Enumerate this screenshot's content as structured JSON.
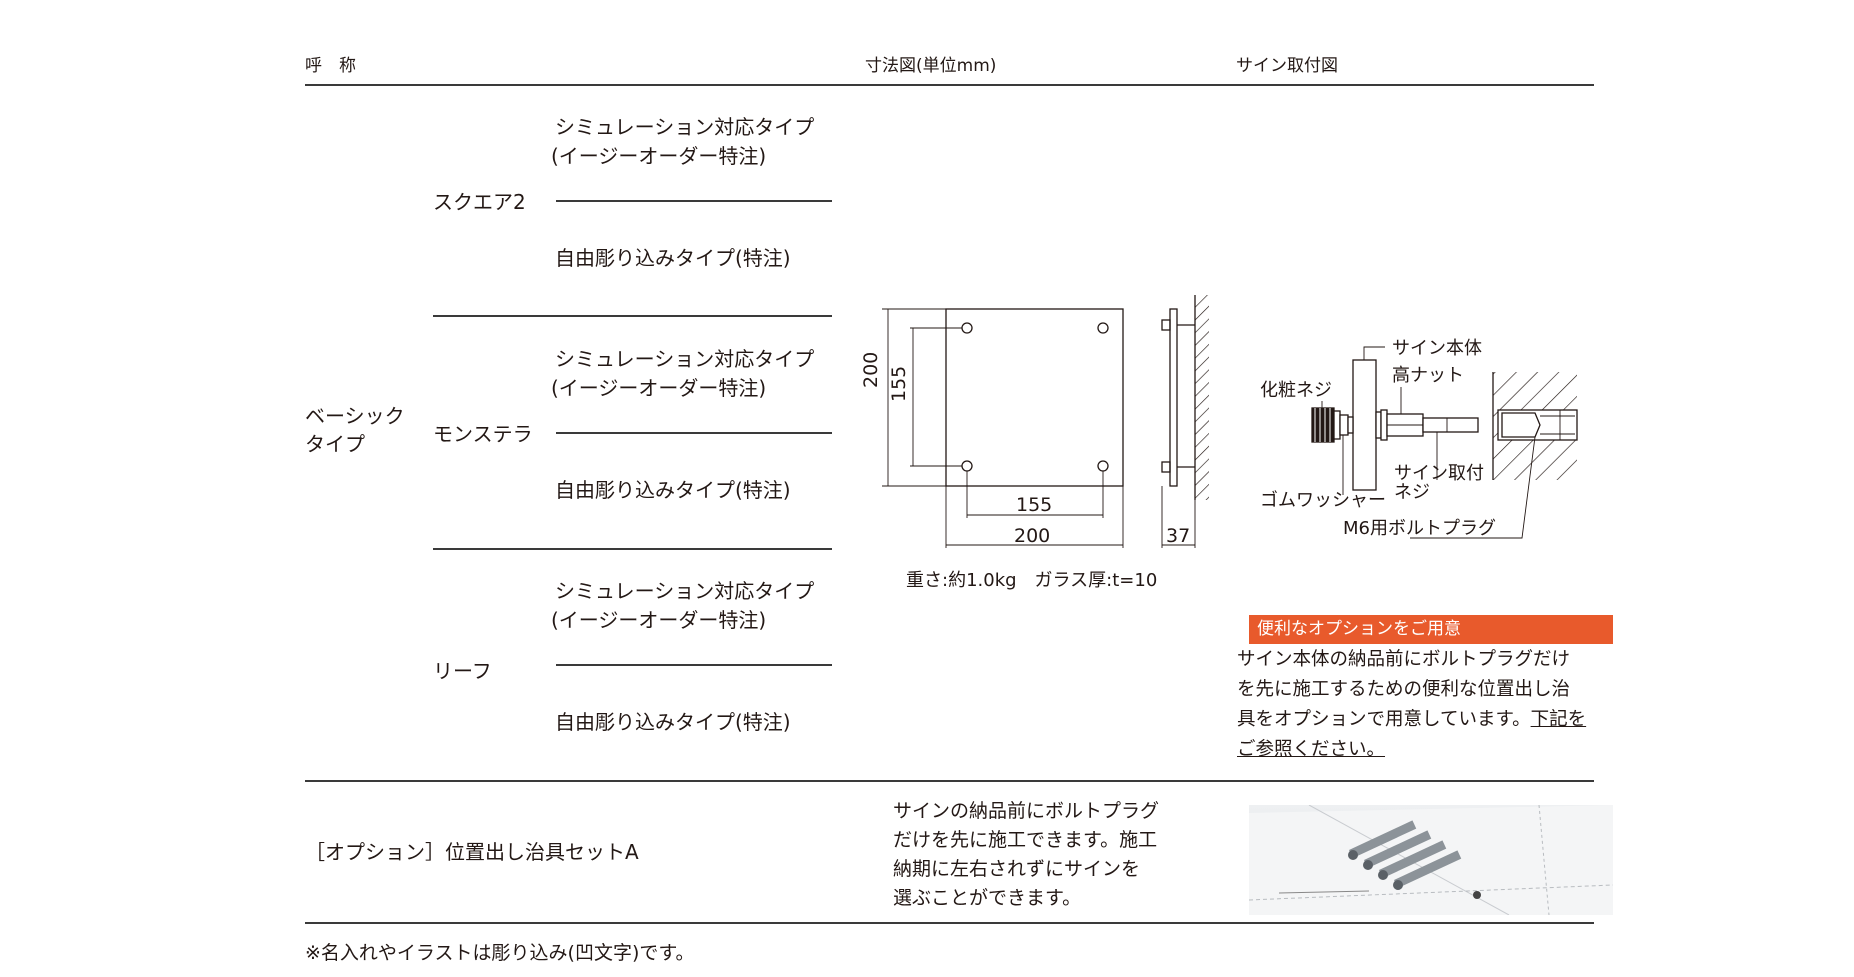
{
  "headers": {
    "name": "呼　称",
    "dimension": "寸法図(単位mm)",
    "mounting": "サイン取付図"
  },
  "category": {
    "line1": "ベーシック",
    "line2": "タイプ"
  },
  "groups": [
    {
      "name": "スクエア2",
      "types": [
        {
          "line1": "シミュレーション対応タイプ",
          "line2": "(イージーオーダー特注)"
        },
        {
          "line1": "自由彫り込みタイプ(特注)"
        }
      ]
    },
    {
      "name": "モンステラ",
      "types": [
        {
          "line1": "シミュレーション対応タイプ",
          "line2": "(イージーオーダー特注)"
        },
        {
          "line1": "自由彫り込みタイプ(特注)"
        }
      ]
    },
    {
      "name": "リーフ",
      "types": [
        {
          "line1": "シミュレーション対応タイプ",
          "line2": "(イージーオーダー特注)"
        },
        {
          "line1": "自由彫り込みタイプ(特注)"
        }
      ]
    }
  ],
  "dimension_drawing": {
    "width_outer": "200",
    "width_inner": "155",
    "height_outer": "200",
    "height_inner": "155",
    "depth": "37",
    "spec": "重さ:約1.0kg　ガラス厚:t=10"
  },
  "mounting_drawing": {
    "sign_body": "サイン本体",
    "high_nut": "高ナット",
    "decor_screw": "化粧ネジ",
    "mount_screw_1": "サイン取付",
    "mount_screw_2": "ネジ",
    "rubber_washer": "ゴムワッシャー",
    "bolt_plug": "M6用ボルトプラグ"
  },
  "option_note": {
    "badge": "便利なオプションをご用意",
    "line1": "サイン本体の納品前にボルトプラグだけ",
    "line2": "を先に施工するための便利な位置出し治",
    "line3a": "具をオプションで用意しています。",
    "line3b": "下記を",
    "line4": "ご参照ください。"
  },
  "option_row": {
    "name": "［オプション］位置出し治具セットA",
    "desc1": "サインの納品前にボルトプラグ",
    "desc2": "だけを先に施工できます。施工",
    "desc3": "納期に左右されずにサインを",
    "desc4": "選ぶことができます。"
  },
  "footnote": "※名入れやイラストは彫り込み(凹文字)です。",
  "colors": {
    "accent": "#e85a2c",
    "text": "#231815",
    "rule": "#3a3a3a"
  }
}
